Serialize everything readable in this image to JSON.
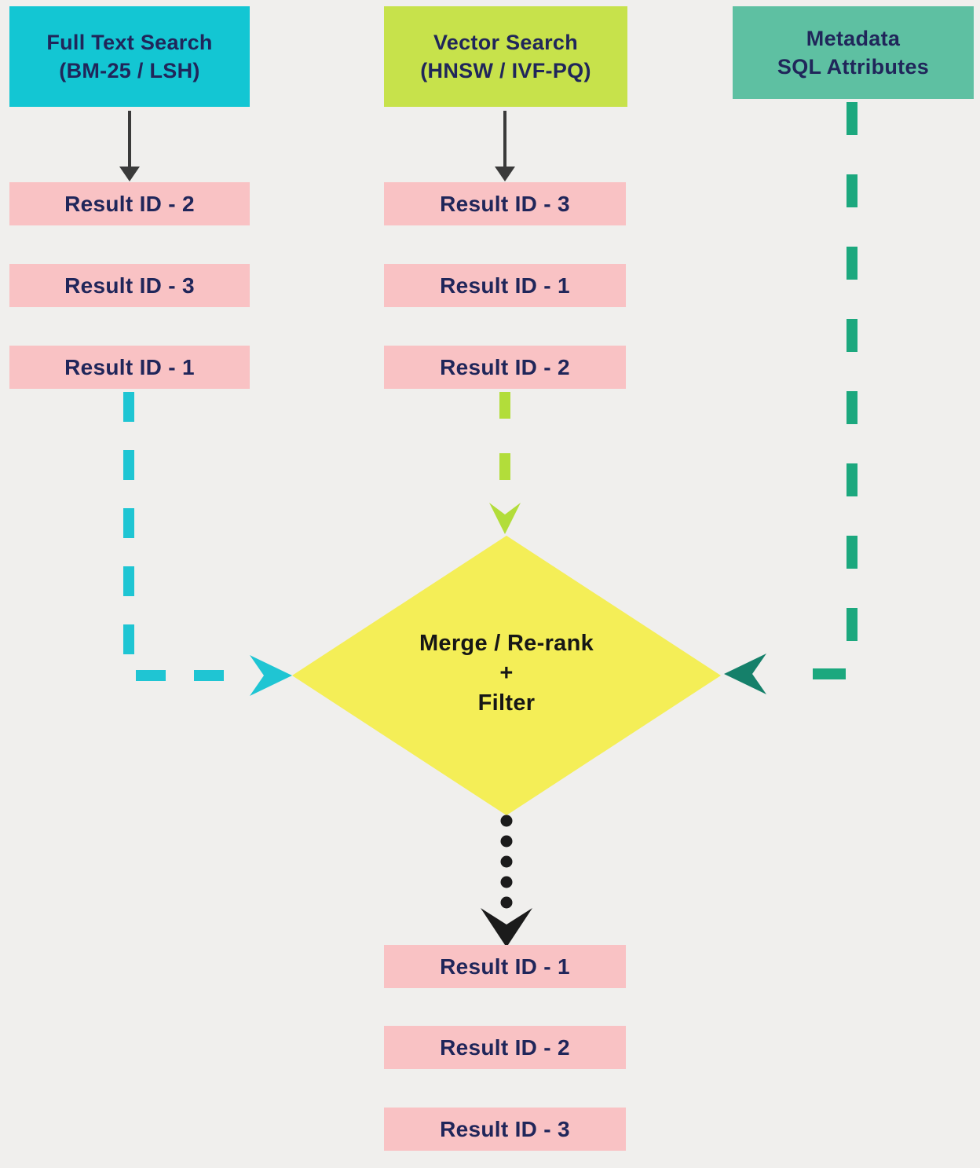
{
  "background_color": "#f0efed",
  "colors": {
    "result_box": "#f9c2c4",
    "box_text": "#20265a",
    "diamond_fill": "#f4ee57",
    "diamond_text": "#161616",
    "solid_arrow": "#3a3a3a",
    "fulltext_header": "#13c6d3",
    "fulltext_line": "#1fc5d3",
    "vector_header": "#c7e24b",
    "vector_line": "#b2dd3a",
    "metadata_header": "#5ec0a2",
    "metadata_line": "#1ca87e",
    "metadata_arrow": "#15806a",
    "dotted_line": "#1b1b1b"
  },
  "columns": [
    {
      "title": "Full Text Search",
      "subtitle": "(BM-25 / LSH)",
      "color": "#13c6d3",
      "results": [
        "Result ID - 2",
        "Result ID - 3",
        "Result ID - 1"
      ]
    },
    {
      "title": "Vector Search",
      "subtitle": "(HNSW / IVF-PQ)",
      "color": "#c7e24b",
      "results": [
        "Result ID - 3",
        "Result ID - 1",
        "Result ID - 2"
      ]
    },
    {
      "title": "Metadata",
      "subtitle": "SQL Attributes",
      "color": "#5ec0a2",
      "results": []
    }
  ],
  "diamond": {
    "color": "#f4ee57",
    "line1": "Merge / Re-rank",
    "line2": "+",
    "line3": "Filter"
  },
  "final_results": [
    "Result ID - 1",
    "Result ID - 2",
    "Result ID - 3"
  ]
}
